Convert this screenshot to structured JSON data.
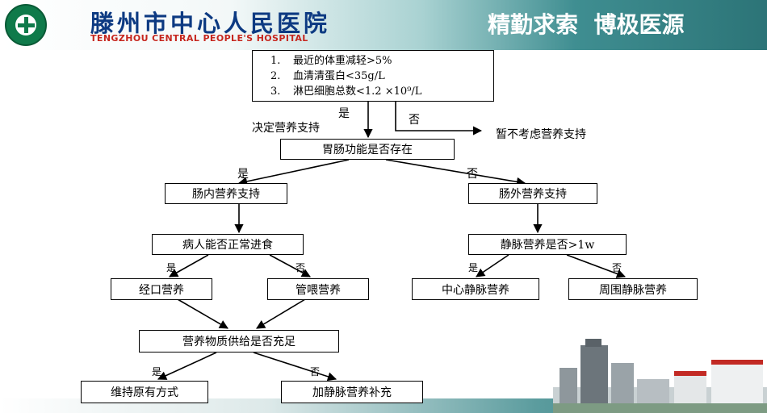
{
  "header": {
    "hospital_name": "滕州市中心人民医院",
    "hospital_name_en": "TENGZHOU CENTRAL PEOPLE'S HOSPITAL",
    "slogan": "精勤求索  博极医源"
  },
  "flow": {
    "criteria": [
      {
        "num": "1.",
        "text": "最近的体重减轻>5%"
      },
      {
        "num": "2.",
        "text": "血清清蛋白<35g/L"
      },
      {
        "num": "3.",
        "text": "淋巴细胞总数<1.2 ×10⁹/L"
      }
    ],
    "yes1": "是",
    "decide": "决定营养支持",
    "no1": "否",
    "no_support": "暂不考虑营养支持",
    "gi_question": "胃肠功能是否存在",
    "yes2": "是",
    "no2": "否",
    "enteral": "肠内营养支持",
    "parenteral": "肠外营养支持",
    "eat_question": "病人能否正常进食",
    "yes3": "是",
    "no3": "否",
    "oral": "经口营养",
    "tube": "管喂营养",
    "iv_question": "静脉营养是否>1w",
    "yes4": "是",
    "no4": "否",
    "central": "中心静脉营养",
    "peripheral": "周围静脉营养",
    "supply_question": "营养物质供给是否充足",
    "yes5": "是",
    "no5": "否",
    "maintain": "维持原有方式",
    "add_iv": "加静脉营养补充"
  }
}
